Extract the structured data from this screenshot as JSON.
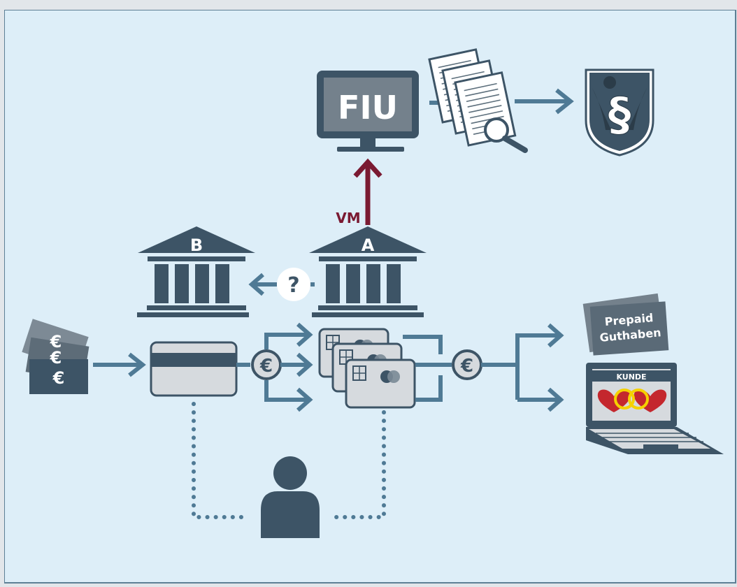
{
  "diagram": {
    "fiu_label": "FIU",
    "bank_a_label": "A",
    "bank_b_label": "B",
    "report_label": "VM",
    "question_mark": "?",
    "euro_symbol": "€",
    "prepaid_line1": "Prepaid",
    "prepaid_line2": "Guthaben",
    "laptop_header": "KUNDE",
    "paragraph_symbol": "§"
  },
  "colors": {
    "background": "#ddeef8",
    "border": "#5d7f95",
    "arrow": "#4f7a95",
    "dark": "#3d5466",
    "report_arrow": "#7a1a32",
    "card": "#d6dade"
  },
  "icons": [
    "monitor-icon",
    "documents-icon",
    "magnifier-icon",
    "federal-eagle-icon",
    "bank-icon",
    "cash-icon",
    "payment-card-icon",
    "person-icon",
    "laptop-icon",
    "heart-icon",
    "rings-icon"
  ]
}
